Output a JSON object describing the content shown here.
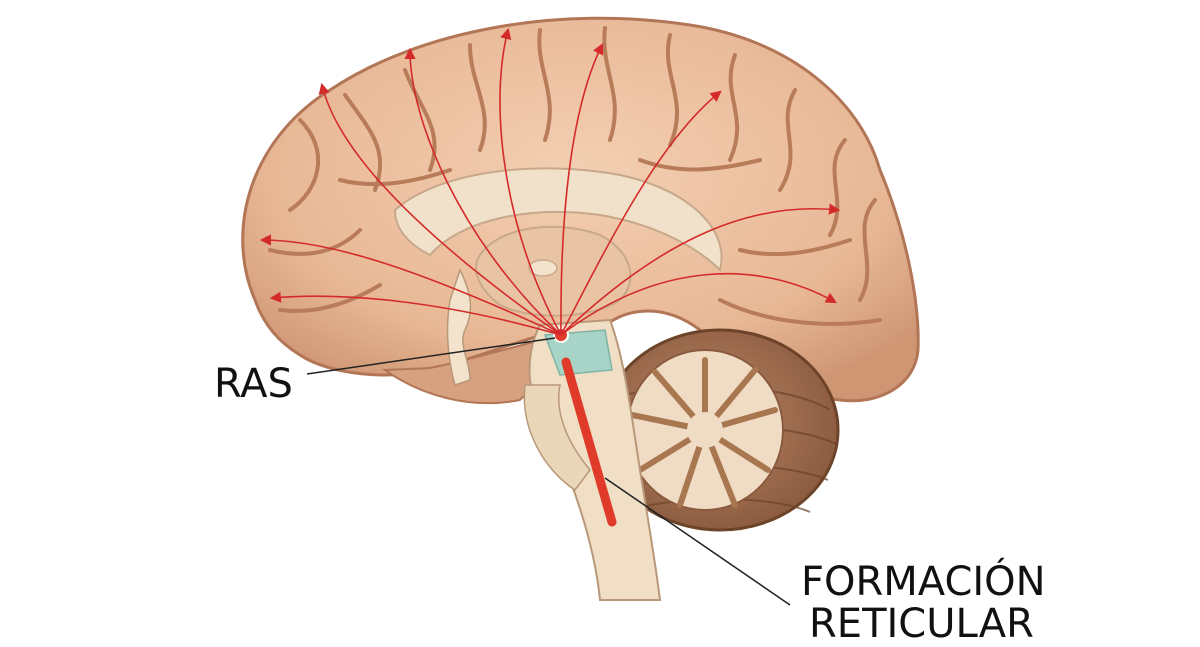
{
  "labels": {
    "ras": "RAS",
    "formacion_line1": "FORMACIÓN",
    "formacion_line2": "RETICULAR"
  },
  "colors": {
    "arrow": "#d42a2a",
    "brain_fill": "#e8b896",
    "brain_shadow": "#c98f6c",
    "gyri_line": "#b97c5a",
    "corpus_callosum": "#f1e1ca",
    "brainstem": "#f0dfc4",
    "brainstem_teal": "#a8d4c8",
    "cerebellum": "#a06e50",
    "leader_line": "#222222"
  }
}
